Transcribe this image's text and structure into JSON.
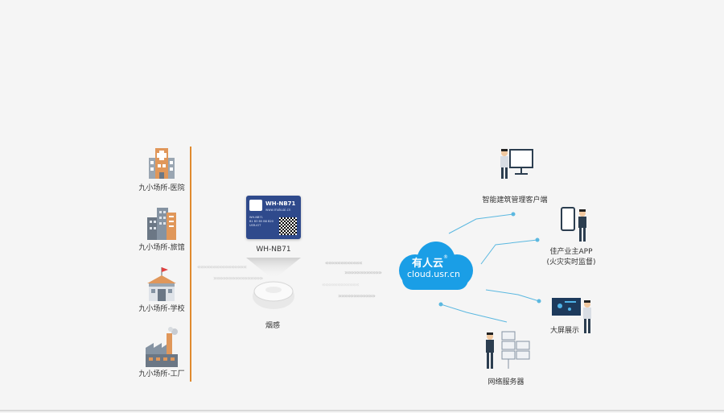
{
  "venues": [
    {
      "label": "九小场所-医院",
      "icon": "hospital-icon"
    },
    {
      "label": "九小场所-旅馆",
      "icon": "hotel-icon"
    },
    {
      "label": "九小场所-学校",
      "icon": "school-icon"
    },
    {
      "label": "九小场所-工厂",
      "icon": "factory-icon"
    }
  ],
  "module": {
    "title": "WH-NB71",
    "url": "www.mokuai.cn",
    "info": "WH-NB71\nB1 B3 B5 B8 B20\nUSR-IOT",
    "caption": "WH-NB71"
  },
  "smoke_detector": {
    "label": "烟感"
  },
  "cloud": {
    "name": "有人云",
    "registered": "®",
    "domain": "cloud.usr.cn"
  },
  "clients": [
    {
      "label": "智能建筑管理客户端",
      "icon": "presenter-icon"
    },
    {
      "label": "佳产业主APP",
      "sub": "(火灾实时监督)",
      "icon": "mobile-app-icon"
    },
    {
      "label": "大屏展示",
      "icon": "big-screen-icon"
    },
    {
      "label": "网络服务器",
      "icon": "server-icon"
    }
  ],
  "colors": {
    "accent": "#e08a2e",
    "cloud": "#1a9ee6",
    "line": "#5bb8e0"
  }
}
